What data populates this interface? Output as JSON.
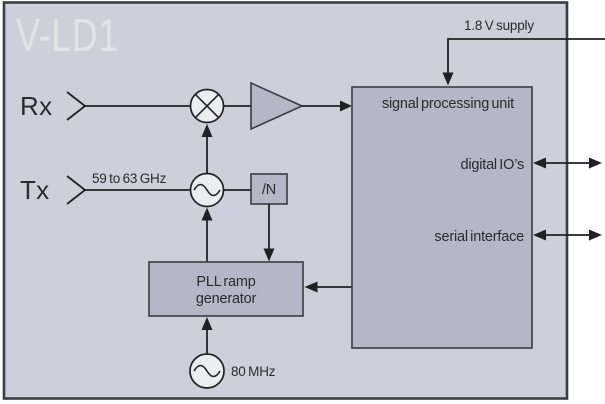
{
  "colors": {
    "page_bg": "#ffffff",
    "diagram_bg": "#cdd0da",
    "block_fill": "#b3b7c6",
    "node_fill": "#ebedf2",
    "line": "#202125",
    "border": "#3b3d43",
    "title": "#e2e4ea",
    "text": "#2a2b2f"
  },
  "diagram": {
    "title": "V-LD1",
    "ports": {
      "rx": "Rx",
      "tx": "Tx"
    },
    "annotations": {
      "supply": "1.8 V supply",
      "freq_range": "59 to 63 GHz",
      "ref_clock": "80 MHz"
    },
    "blocks": {
      "divider": {
        "label": "/N"
      },
      "pll": {
        "line1": "PLL ramp",
        "line2": "generator"
      },
      "spu": {
        "label": "signal processing unit",
        "digital_io": "digital IO’s",
        "serial": "serial interface"
      }
    }
  }
}
